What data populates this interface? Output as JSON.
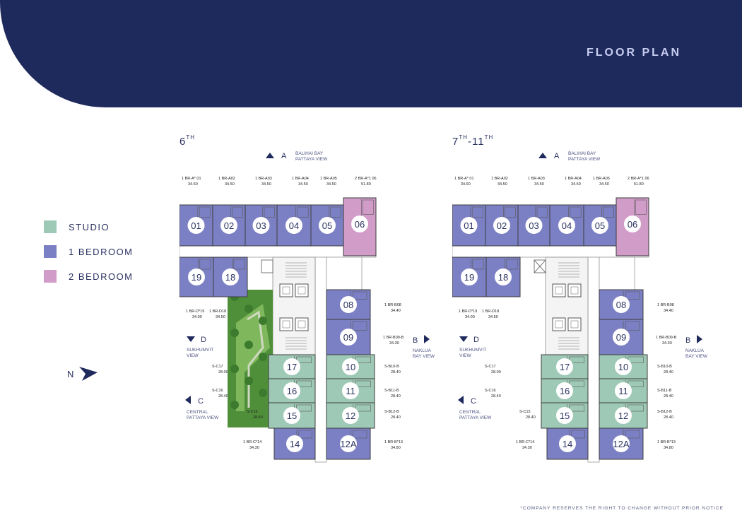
{
  "header": {
    "title": "FLOOR PLAN",
    "bg": "#1f2a5c",
    "title_color": "#c7cdf0"
  },
  "legend": [
    {
      "label": "STUDIO",
      "color": "#9ec9b6"
    },
    {
      "label": "1 BEDROOM",
      "color": "#7b80c4"
    },
    {
      "label": "2 BEDROOM",
      "color": "#d19cc8"
    }
  ],
  "north": {
    "label": "N"
  },
  "views": {
    "a": {
      "letter": "A",
      "line1": "BALIHAI BAY",
      "line2": "PATTAYA VIEW"
    },
    "b": {
      "letter": "B",
      "line1": "NAKLUA",
      "line2": "BAY VIEW"
    },
    "c": {
      "letter": "C",
      "line1": "CENTRAL",
      "line2": "PATTAYA VIEW"
    },
    "d": {
      "letter": "D",
      "line1": "SUKHUMVIT",
      "line2": "VIEW"
    }
  },
  "plans": [
    {
      "title_main": "6",
      "title_sup": "TH",
      "title2_main": "",
      "title2_sup": "",
      "garden": true,
      "units": [
        {
          "no": "01",
          "type": "1 BR-A* 01",
          "area": "34.60"
        },
        {
          "no": "02",
          "type": "1 BR-A02",
          "area": "34.50"
        },
        {
          "no": "03",
          "type": "1 BR-A03",
          "area": "34.50"
        },
        {
          "no": "04",
          "type": "1 BR-A04",
          "area": "34.50"
        },
        {
          "no": "05",
          "type": "1 BR-A05",
          "area": "34.50"
        },
        {
          "no": "06",
          "type": "2 BR-A*1 06",
          "area": "51.80"
        },
        {
          "no": "19",
          "type": "1 BR-D*19",
          "area": "34.00"
        },
        {
          "no": "18",
          "type": "1 BR-D18",
          "area": "34.50"
        },
        {
          "no": "08",
          "type": "1 BR-B08",
          "area": "34.40"
        },
        {
          "no": "09",
          "type": "1 BR-B09-B",
          "area": "34.30"
        },
        {
          "no": "17",
          "type": "S-C17",
          "area": "28.00"
        },
        {
          "no": "16",
          "type": "S-C16",
          "area": "28.40"
        },
        {
          "no": "15",
          "type": "S-C15",
          "area": "28.40"
        },
        {
          "no": "10",
          "type": "S-B10-B",
          "area": "28.40"
        },
        {
          "no": "11",
          "type": "S-B11-B",
          "area": "28.40"
        },
        {
          "no": "12",
          "type": "S-B12-B",
          "area": "28.40"
        },
        {
          "no": "14",
          "type": "1 BR-C*14",
          "area": "34.30"
        },
        {
          "no": "12A",
          "type": "1 BR-B*13",
          "area": "34.80"
        }
      ]
    },
    {
      "title_main": "7",
      "title_sup": "TH",
      "title2_main": "-11",
      "title2_sup": "TH",
      "garden": false,
      "units": [
        {
          "no": "01",
          "type": "1 BR-A* 01",
          "area": "34.60"
        },
        {
          "no": "02",
          "type": "1 BR-A02",
          "area": "34.50"
        },
        {
          "no": "03",
          "type": "1 BR-A03",
          "area": "34.50"
        },
        {
          "no": "04",
          "type": "1 BR-A04",
          "area": "34.50"
        },
        {
          "no": "05",
          "type": "1 BR-A05",
          "area": "34.50"
        },
        {
          "no": "06",
          "type": "2 BR-A*1 06",
          "area": "51.80"
        },
        {
          "no": "19",
          "type": "1 BR-D*19",
          "area": "34.00"
        },
        {
          "no": "18",
          "type": "1 BR-D18",
          "area": "34.50"
        },
        {
          "no": "08",
          "type": "1 BR-B08",
          "area": "34.40"
        },
        {
          "no": "09",
          "type": "1 BR-B09-B",
          "area": "34.30"
        },
        {
          "no": "17",
          "type": "S-C17",
          "area": "28.00"
        },
        {
          "no": "16",
          "type": "S-C16",
          "area": "28.40"
        },
        {
          "no": "15",
          "type": "S-C15",
          "area": "28.40"
        },
        {
          "no": "10",
          "type": "S-B10-B",
          "area": "28.40"
        },
        {
          "no": "11",
          "type": "S-B11-B",
          "area": "28.40"
        },
        {
          "no": "12",
          "type": "S-B12-B",
          "area": "28.40"
        },
        {
          "no": "14",
          "type": "1 BR-C*14",
          "area": "34.30"
        },
        {
          "no": "12A",
          "type": "1 BR-B*13",
          "area": "34.80"
        }
      ]
    }
  ],
  "footer": {
    "disclaimer": "*COMPANY RESERVES THE RIGHT TO CHANGE WITHOUT PRIOR NOTICE"
  }
}
